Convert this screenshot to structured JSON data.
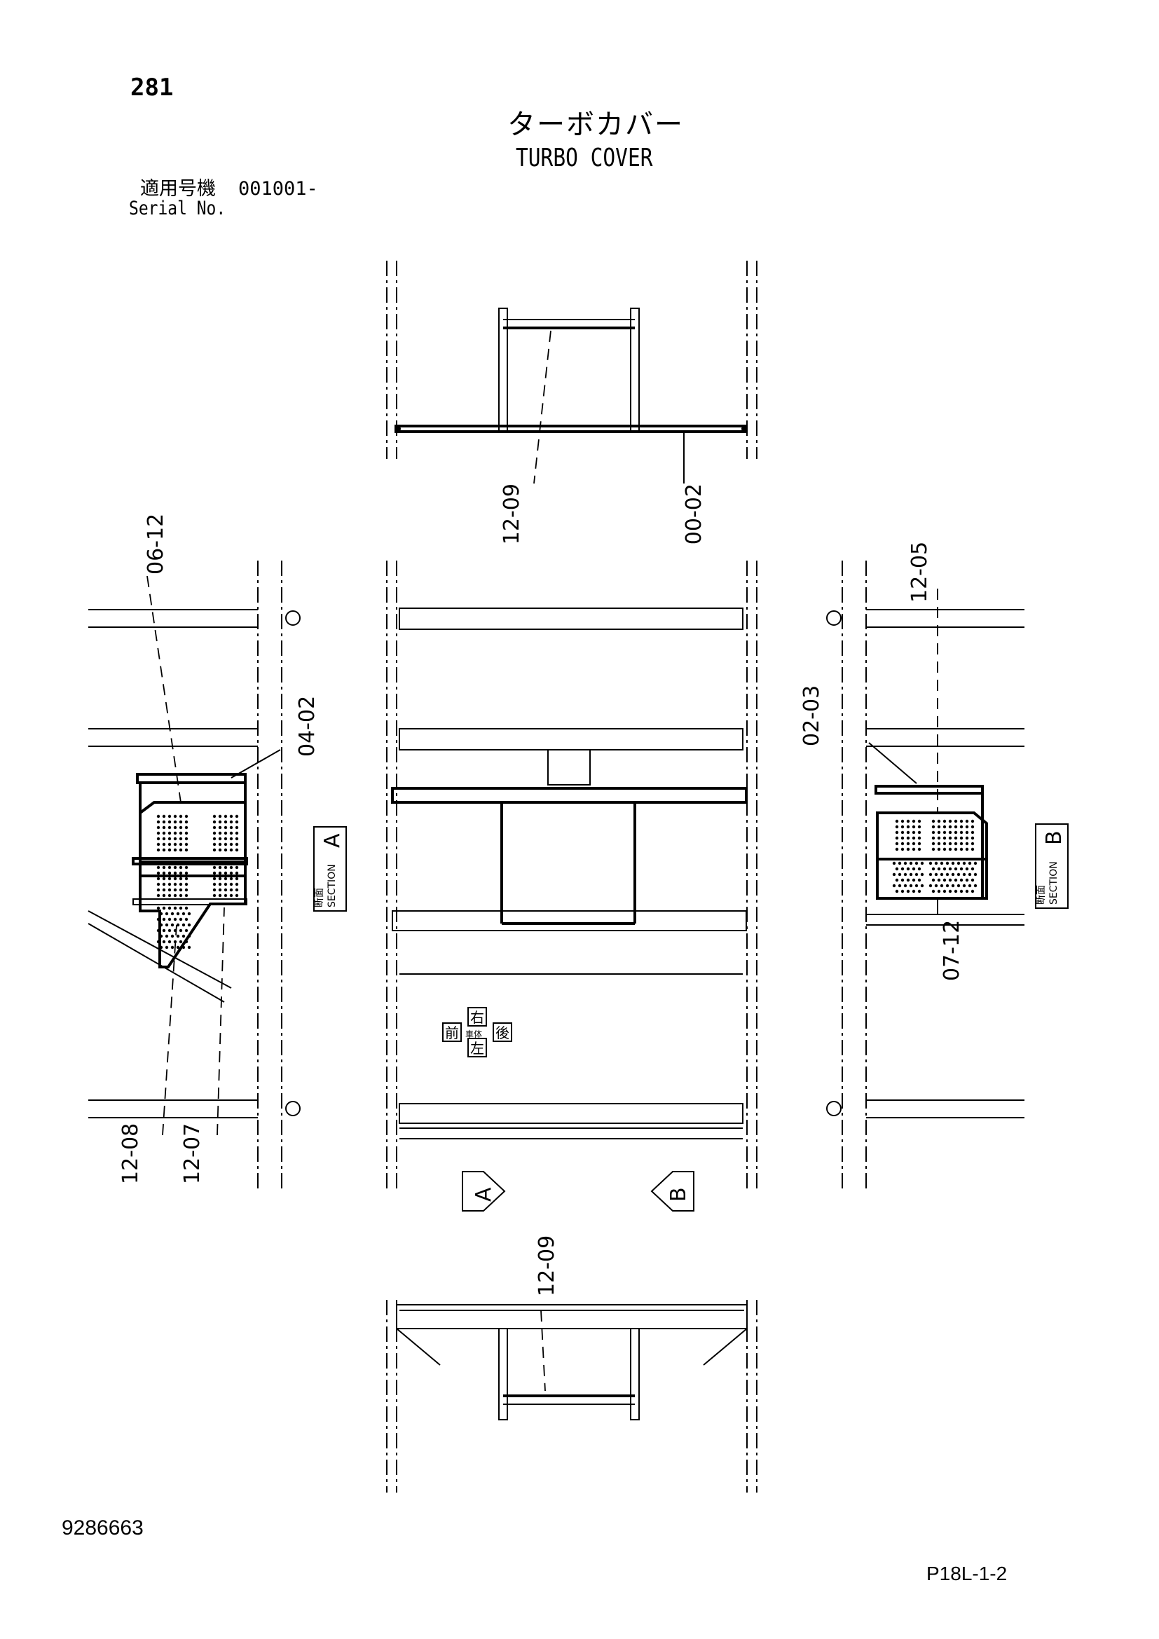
{
  "header": {
    "page_number": "281",
    "title_jp": "ターボカバー",
    "title_en": "TURBO COVER",
    "serial_label_jp": "適用号機",
    "serial_value": "001001-",
    "serial_label_en": "Serial No."
  },
  "part_labels": {
    "top_view_left": "12-09",
    "top_view_right": "00-02",
    "section_a_top": "06-12",
    "section_a_right": "04-02",
    "section_a_bottom_1": "12-08",
    "section_a_bottom_2": "12-07",
    "section_b_top": "12-05",
    "section_b_left": "02-03",
    "section_b_bottom": "07-12",
    "bottom_view": "12-09"
  },
  "section_a": {
    "label_jp": "断面",
    "label_en": "SECTION",
    "letter": "A"
  },
  "section_b": {
    "label_jp": "断面",
    "label_en": "SECTION",
    "letter": "B"
  },
  "view_markers": {
    "a": "A",
    "b": "B"
  },
  "direction_indicator": {
    "front": "前",
    "rear": "後",
    "left": "左",
    "right": "右",
    "center": "車体"
  },
  "footer": {
    "document_number": "9286663",
    "page_code": "P18L-1-2"
  }
}
